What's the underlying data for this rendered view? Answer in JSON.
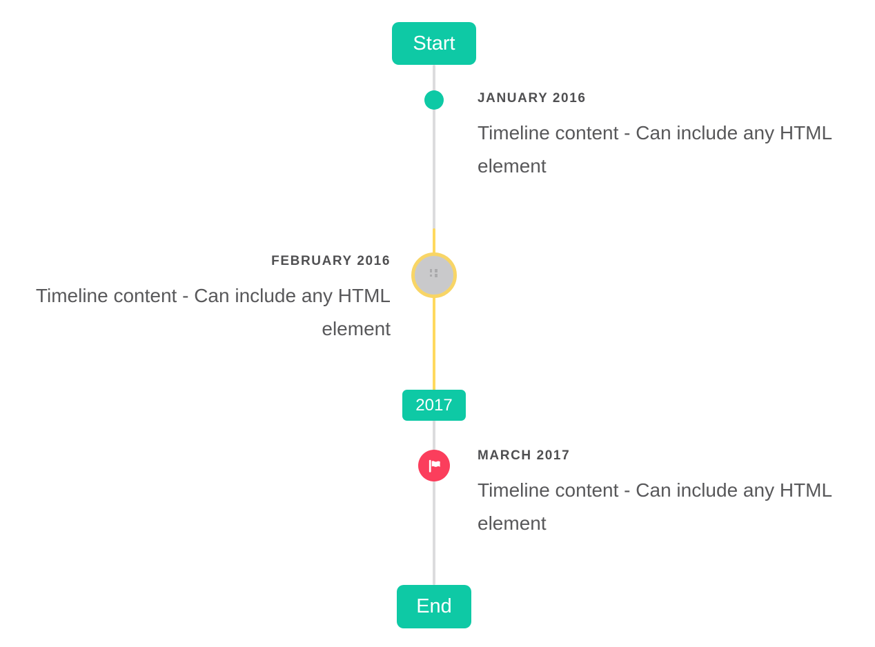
{
  "timeline": {
    "start_badge": "Start",
    "year_badge": "2017",
    "end_badge": "End",
    "entries": [
      {
        "title": "JANUARY 2016",
        "content": "Timeline content - Can include any HTML element",
        "side": "right",
        "marker": "teal-dot"
      },
      {
        "title": "FEBRUARY 2016",
        "content": "Timeline content - Can include any HTML element",
        "side": "left",
        "marker": "gray-circle-yellow-ring-broken-image"
      },
      {
        "title": "MARCH 2017",
        "content": "Timeline content - Can include any HTML element",
        "side": "right",
        "marker": "red-flag-circle"
      }
    ],
    "colors": {
      "accent_teal": "#0ec9a5",
      "highlight_yellow": "#ffd95e",
      "ring_yellow": "#f8d566",
      "marker_gray": "#c9c9cb",
      "flag_red": "#fb3e5c",
      "line_gray": "#dcdcde",
      "title_text": "#4f4f51",
      "content_text": "#58585a"
    }
  }
}
